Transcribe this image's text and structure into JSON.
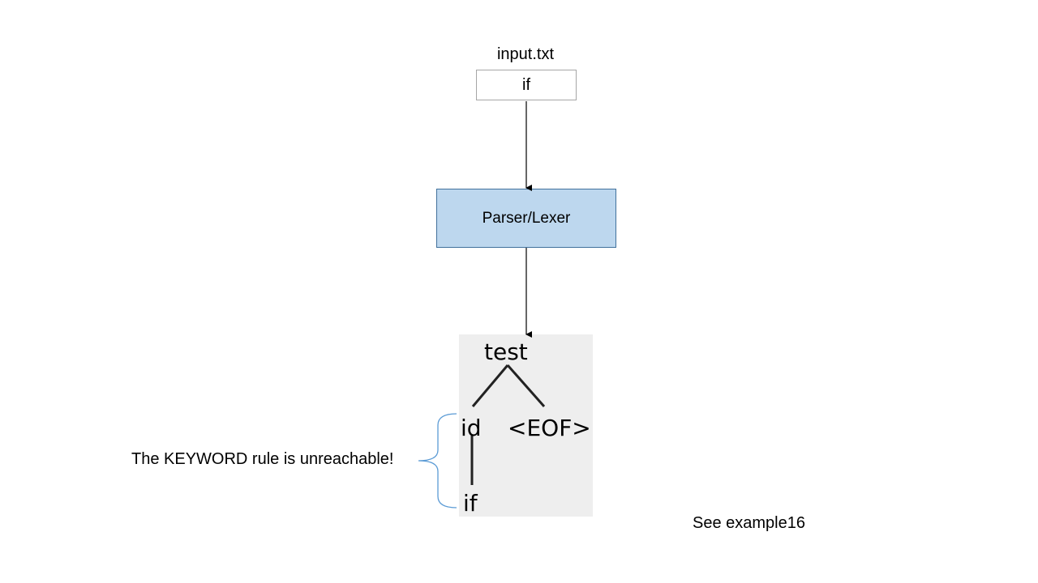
{
  "input": {
    "filename": "input.txt",
    "content": "if"
  },
  "process": {
    "label": "Parser/Lexer"
  },
  "parse_tree": {
    "root": "test",
    "children": [
      "id",
      "<EOF>"
    ],
    "leaf": "if"
  },
  "annotation": {
    "text": "The KEYWORD rule is unreachable!"
  },
  "footnote": {
    "text": "See example16"
  },
  "colors": {
    "process_fill": "#bdd7ee",
    "process_border": "#41719c",
    "bracket": "#5b9bd5",
    "tree_bg": "#eeeeee",
    "input_border": "#a6a6a6"
  }
}
